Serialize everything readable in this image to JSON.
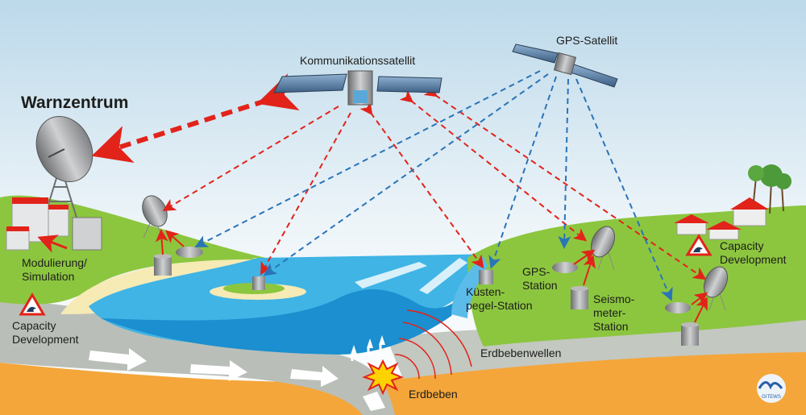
{
  "title": "Warnzentrum",
  "satellites": {
    "communication": "Kommunikationssatellit",
    "gps": "GPS-Satellit"
  },
  "labels": {
    "modeling": [
      "Modulierung/",
      "Simulation"
    ],
    "capacity_left": [
      "Capacity",
      "Development"
    ],
    "capacity_right": [
      "Capacity",
      "Development"
    ],
    "tide_gauge": [
      "Küsten-",
      "pegel-Station"
    ],
    "gps_station": [
      "GPS-",
      "Station"
    ],
    "seismometer": [
      "Seismo-",
      "meter-",
      "Station"
    ],
    "seismic_waves": "Erdbebenwellen",
    "earthquake": "Erdbeben"
  },
  "logo": "GITEWS",
  "colors": {
    "red_link": "#e2231a",
    "blue_link": "#2a74b8",
    "land": "#8cc63f",
    "sea": "#3fb4e5",
    "deep_sea": "#1b8fcf",
    "crust": "#b9bfb8",
    "mantle": "#f4a63b"
  }
}
